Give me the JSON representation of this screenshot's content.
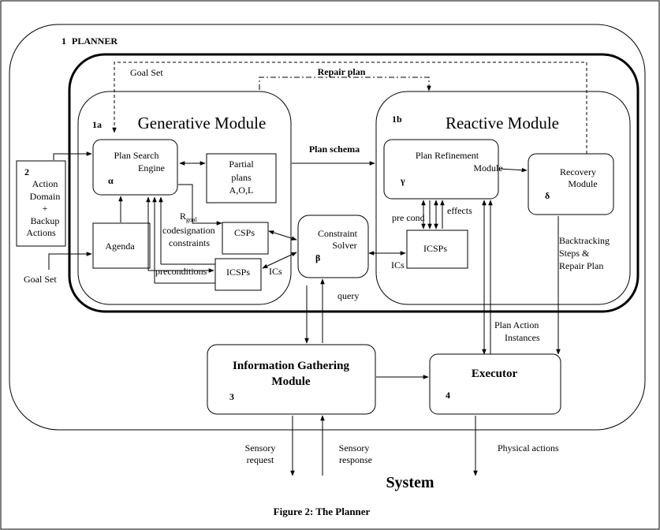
{
  "planner": {
    "number": "1",
    "title": "PLANNER"
  },
  "goal_set_top": "Goal Set",
  "repair_plan": "Repair plan",
  "generative": {
    "number": "1a",
    "title": "Generative Module"
  },
  "reactive": {
    "number": "1b",
    "title": "Reactive Module"
  },
  "plan_schema": "Plan schema",
  "plan_search_engine": {
    "line1": "Plan Search",
    "line2": "Engine",
    "symbol": "α"
  },
  "partial_plans": {
    "line1": "Partial",
    "line2": "plans",
    "line3": "A,O,L"
  },
  "action_domain": {
    "number": "2",
    "line1": "Action",
    "line2": "Domain",
    "line3": "+",
    "line4": "Backup",
    "line5": "Actions"
  },
  "agenda": "Agenda",
  "goal_set_left": "Goal Set",
  "r_label": {
    "main": "R",
    "sub": "goal"
  },
  "codesignation": {
    "line1": "codesignation",
    "line2": "constraints"
  },
  "csps": "CSPs",
  "preconditions": "preconditions",
  "icsps_left": "ICSPs",
  "ics_left": "ICs",
  "constraint_solver": {
    "line1": "Constraint",
    "line2": "Solver",
    "symbol": "β"
  },
  "query": "query",
  "plan_refinement": {
    "line1": "Plan Refinement",
    "line2": "Module",
    "symbol": "γ"
  },
  "recovery": {
    "line1": "Recovery",
    "line2": "Module",
    "symbol": "δ"
  },
  "pre_cond": "pre cond",
  "effects": "effects",
  "icsps_right": "ICSPs",
  "ics_right": "ICs",
  "backtracking": {
    "line1": "Backtracking",
    "line2": "Steps &",
    "line3": "Repair Plan"
  },
  "plan_action_instances": {
    "line1": "Plan Action",
    "line2": "Instances"
  },
  "information_gathering": {
    "line1": "Information Gathering",
    "line2": "Module",
    "number": "3"
  },
  "executor": {
    "title": "Executor",
    "number": "4"
  },
  "sensory_request": {
    "line1": "Sensory",
    "line2": "request"
  },
  "sensory_response": {
    "line1": "Sensory",
    "line2": "response"
  },
  "physical_actions": "Physical actions",
  "system": "System",
  "caption": "Figure 2:  The Planner"
}
